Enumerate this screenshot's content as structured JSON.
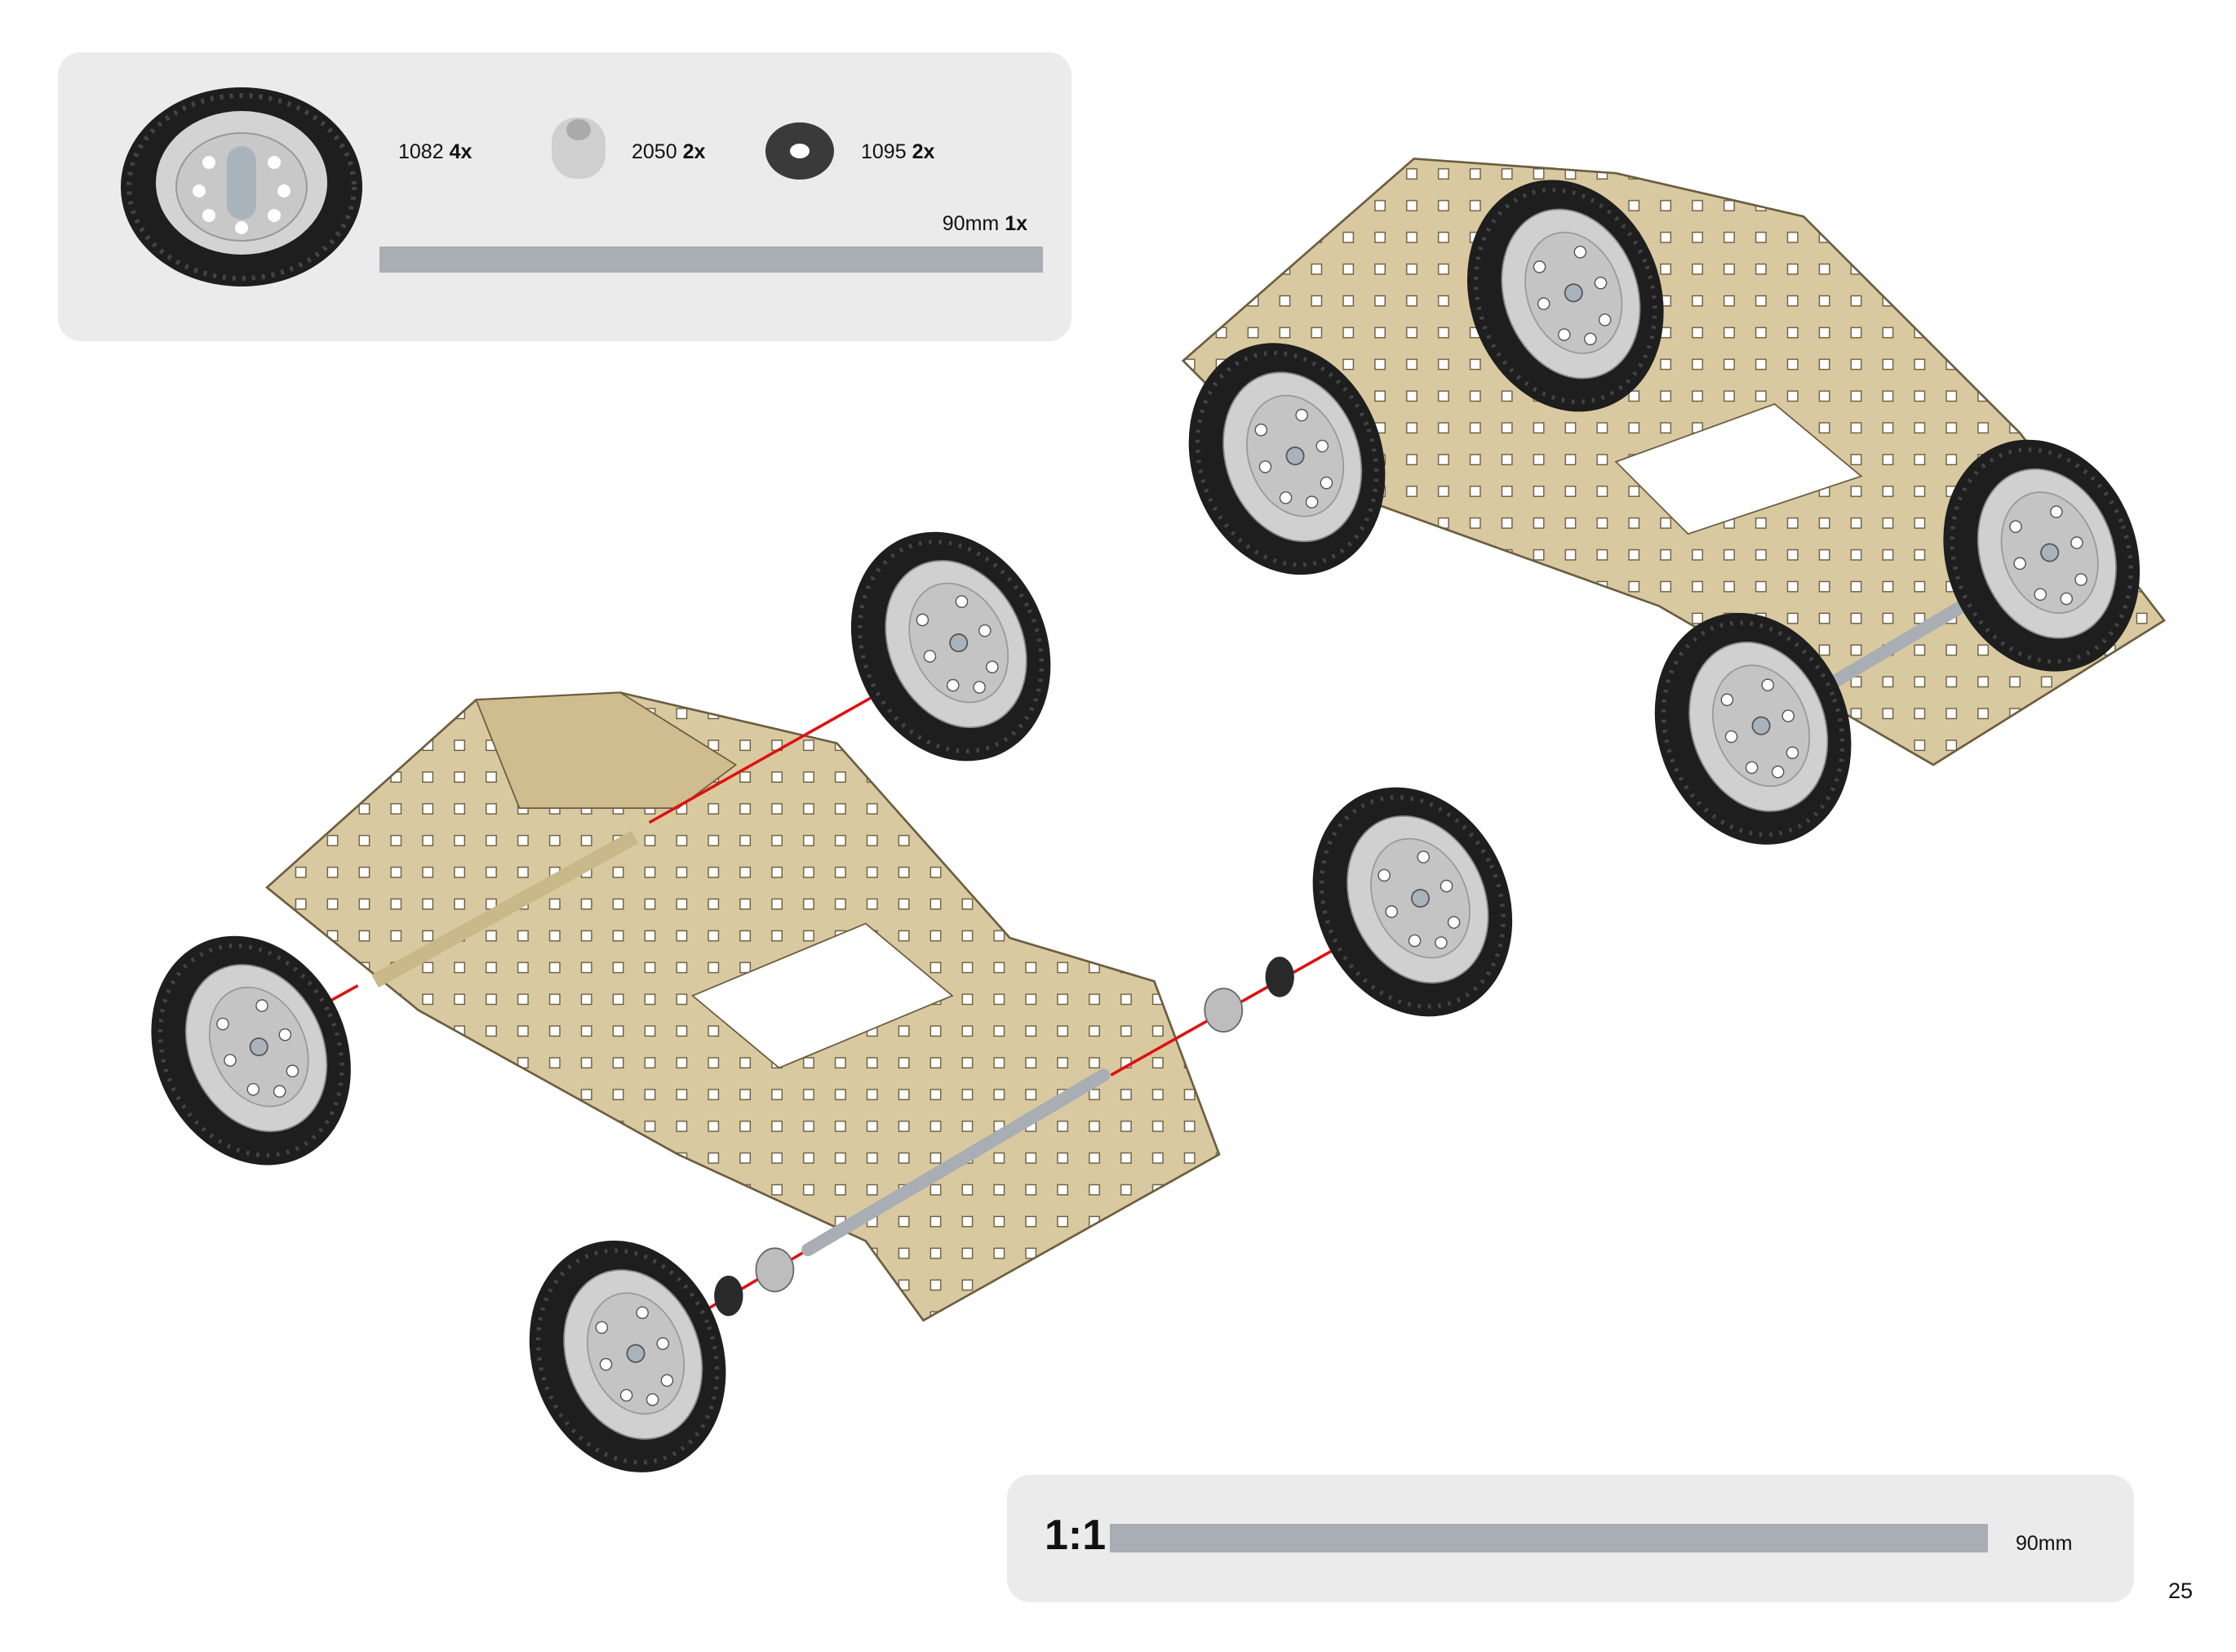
{
  "parts": [
    {
      "id": "1082",
      "qty": "4x",
      "icon": "wheel-icon"
    },
    {
      "id": "2050",
      "qty": "2x",
      "icon": "spacer-icon"
    },
    {
      "id": "1095",
      "qty": "2x",
      "icon": "washer-icon"
    }
  ],
  "rod": {
    "length": "90mm",
    "qty": "1x",
    "icon": "axle-rod-icon"
  },
  "scale": {
    "ratio": "1:1",
    "length": "90mm"
  },
  "page_number": "25",
  "colors": {
    "panel": "#ebebeb",
    "rod": "#a8aeb3",
    "metal": "#d9c9a0",
    "tyre": "#222222",
    "guide_line": "#e01010"
  }
}
